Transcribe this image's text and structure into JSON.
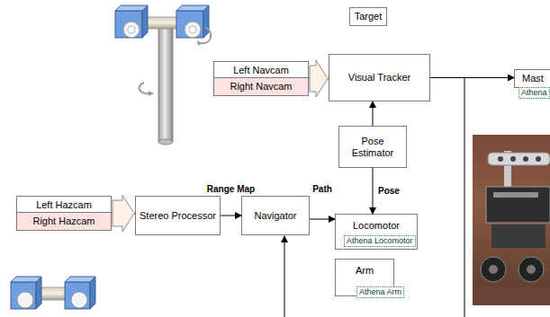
{
  "diagram": {
    "nodes": [
      {
        "text": [
          "Target"
        ]
      },
      {
        "text": [
          "Left Navcam"
        ]
      },
      {
        "text": [
          "Right Navcam"
        ]
      },
      {
        "text": [
          "Visual Tracker"
        ]
      },
      {
        "text": [
          "Mast"
        ]
      },
      {
        "text": [
          "Athena"
        ],
        "in": 4
      },
      {
        "text": [
          "Pose Estimator"
        ]
      },
      {
        "text": [
          "Left Hazcam"
        ]
      },
      {
        "text": [
          "Right Hazcam"
        ]
      },
      {
        "text": [
          "Stereo Processor"
        ]
      },
      {
        "text": [
          "Navigator"
        ]
      },
      {
        "text": [
          "Locomotor"
        ]
      },
      {
        "text": [
          "Athena Locomotor"
        ],
        "in": 11
      },
      {
        "text": [
          "Arm"
        ]
      },
      {
        "text": [
          "Athena Arm"
        ],
        "in": 13
      }
    ],
    "edges": [
      {
        "from": 1,
        "to": 3,
        "arrow": "to"
      },
      {
        "from": 2,
        "to": 3,
        "arrow": "to"
      },
      {
        "from": 3,
        "to": 4,
        "arrow": "to"
      },
      {
        "from": 6,
        "to": 3,
        "arrow": "to"
      },
      {
        "from": 6,
        "to": 11,
        "label": "Pose",
        "arrow": "to"
      },
      {
        "from": 7,
        "to": 9,
        "arrow": "to"
      },
      {
        "from": 8,
        "to": 9,
        "arrow": "to"
      },
      {
        "from": 9,
        "to": 10,
        "label": "Range Map",
        "arrow": "to"
      },
      {
        "from": 10,
        "to": 11,
        "label": "Path",
        "arrow": "to"
      }
    ]
  }
}
